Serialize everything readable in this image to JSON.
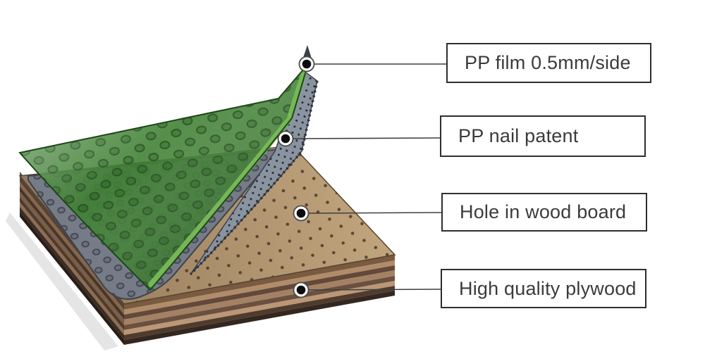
{
  "diagram": {
    "type": "layered-product-callout",
    "callouts": [
      {
        "id": "pp-film",
        "label": "PP film 0.5mm/side"
      },
      {
        "id": "pp-nail",
        "label": "PP nail patent"
      },
      {
        "id": "hole-board",
        "label": "Hole in wood board"
      },
      {
        "id": "plywood-base",
        "label": "High quality plywood"
      }
    ],
    "colors": {
      "background": "#ffffff",
      "box_border": "#2e2e2e",
      "label_text": "#3b3b3b",
      "leader_line": "#3f3f3f",
      "dot_fill": "#0c0c0c",
      "film_green": "#3e7e31",
      "film_edge_light": "#7abb58",
      "nail_layer_gray": "#767c87",
      "nail_layer_peel_gray": "#8a93a0",
      "board_tan": "#c2a67f",
      "hole_brown": "#5f4733",
      "plywood_brown": "#6b4f39"
    }
  }
}
